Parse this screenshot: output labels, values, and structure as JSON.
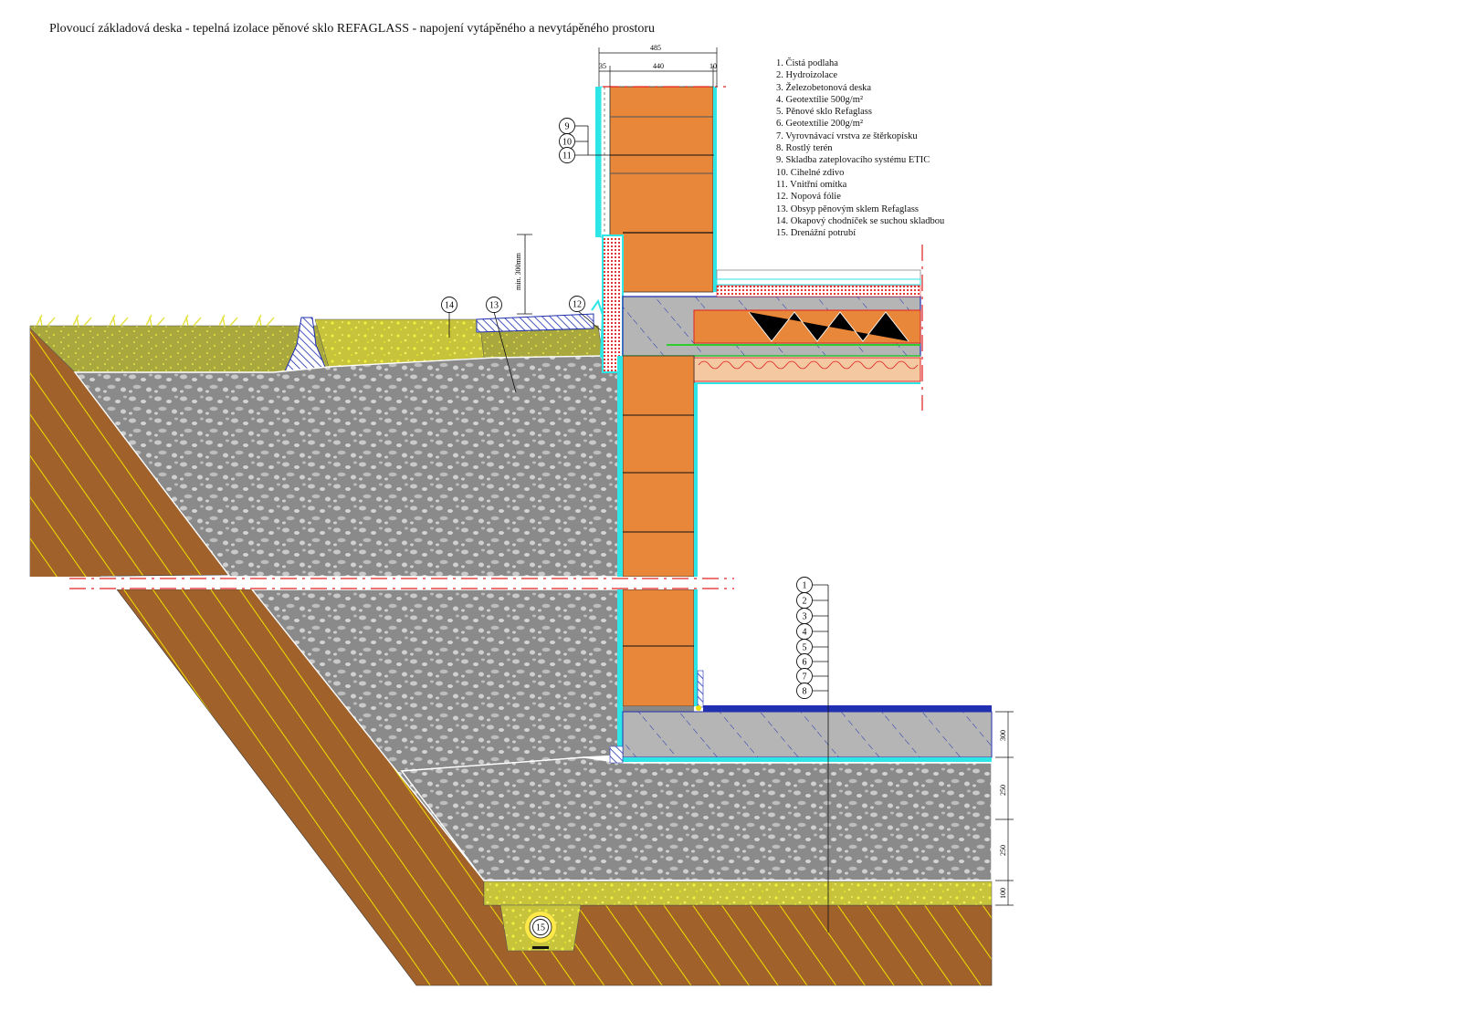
{
  "title": "Plovoucí základová deska - tepelná izolace pěnové sklo REFAGLASS - napojení vytápěného a nevytápěného prostoru",
  "legend": [
    "1. Čistá podlaha",
    "2. Hydroizolace",
    "3.  Železobetonová deska",
    "4. Geotextílie 500g/m²",
    "5. Pěnové sklo Refaglass",
    "6. Geotextílie 200g/m²",
    "7. Vyrovnávací vrstva ze štěrkopísku",
    "8. Rostlý terén",
    "9. Skladba zateplovacího systému ETIC",
    "10. Cihelné zdivo",
    "11.  Vnitřní omítka",
    "12. Nopová fólie",
    "13. Obsyp pěnovým sklem Refaglass",
    "14. Okapový chodníček se suchou skladbou",
    "15. Drenážní potrubí"
  ],
  "dimensions": {
    "total": "485",
    "left": "35",
    "mid": "440",
    "right": "10",
    "min_height": "min. 300mm",
    "slab": "300",
    "glass_upper": "250",
    "glass_lower": "250",
    "gravel": "100"
  },
  "callouts": {
    "c9": "9",
    "c10": "10",
    "c11": "11",
    "c14": "14",
    "c13": "13",
    "c12": "12",
    "c1": "1",
    "c2": "2",
    "c3": "3",
    "c4": "4",
    "c5": "5",
    "c6": "6",
    "c7": "7",
    "c8": "8",
    "c15": "15"
  },
  "colors": {
    "soil": "#a0622a",
    "hatch_yellow": "#f0e000",
    "foamglass": "#8f8f8f",
    "brick": "#e8873a",
    "concrete": "#b3b3b3",
    "cyan": "#2ee6e6",
    "blue": "#2030b0",
    "gravel": "#c8c43a"
  }
}
